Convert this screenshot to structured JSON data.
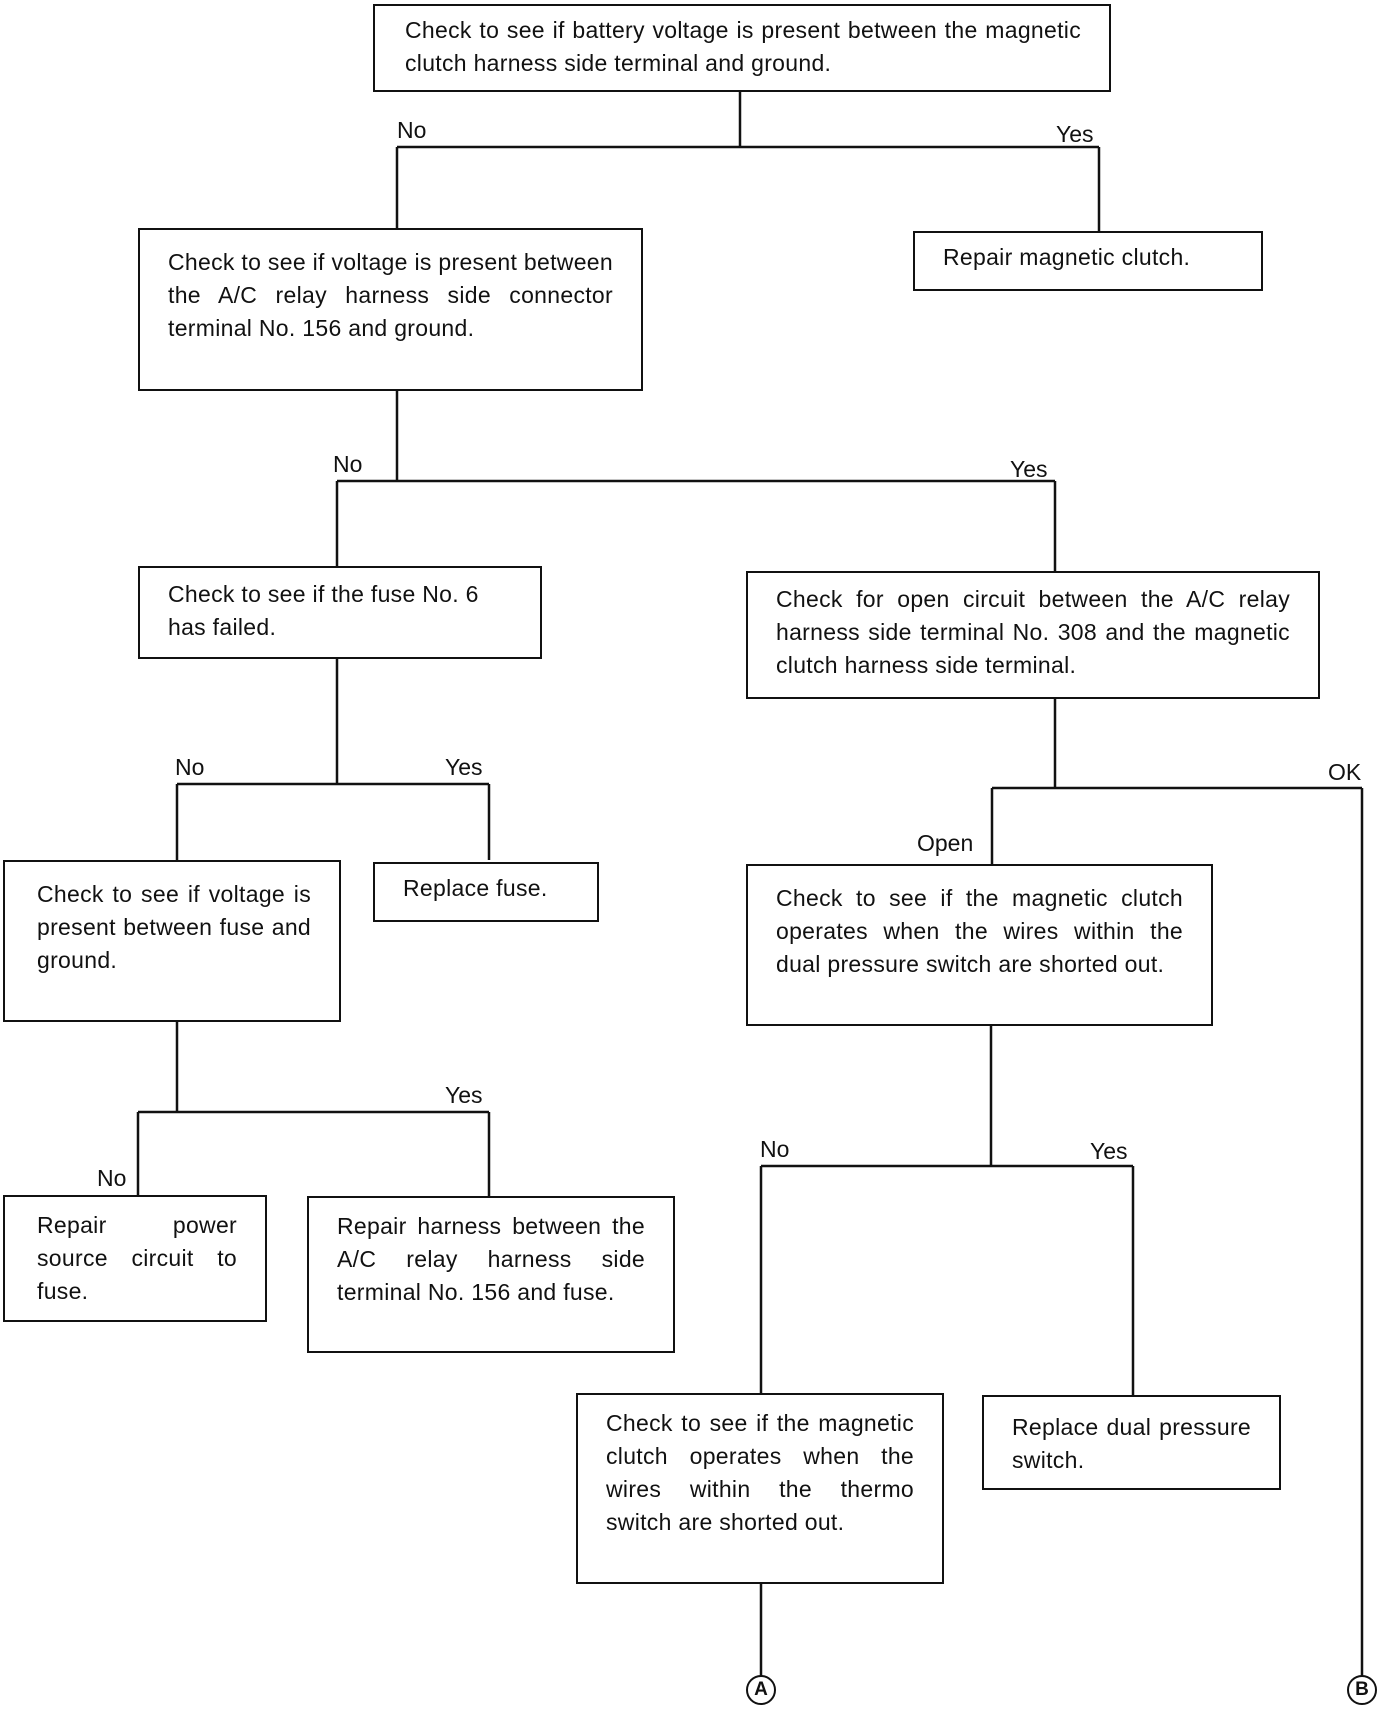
{
  "nodes": {
    "check_battery_voltage": "Check to see if battery voltage is present between the magnetic clutch harness side terminal and ground.",
    "repair_magnetic_clutch": "Repair magnetic clutch.",
    "check_relay_voltage": "Check to see if voltage is present between the A/C relay harness side connector terminal No. 156 and ground.",
    "check_fuse": "Check to see if the fuse No. 6 has failed.",
    "check_open_circuit": "Check for open circuit between the A/C relay harness side terminal No. 308 and the magnetic clutch harness side terminal.",
    "check_fuse_voltage": "Check to see if voltage is present between fuse and ground.",
    "replace_fuse": "Replace fuse.",
    "check_dual_pressure": "Check to see if the magnetic clutch operates when the wires within the dual pressure switch are shorted out.",
    "repair_power_source": "Repair power source circuit to fuse.",
    "repair_harness": "Repair harness between the A/C relay harness side terminal No. 156 and fuse.",
    "check_thermo": "Check to see if the magnetic clutch operates when the wires within the thermo switch are shorted out.",
    "replace_dual_pressure": "Replace dual pressure switch."
  },
  "labels": {
    "no": "No",
    "yes": "Yes",
    "open": "Open",
    "ok": "OK"
  },
  "connectors": {
    "a": "A",
    "b": "B"
  }
}
